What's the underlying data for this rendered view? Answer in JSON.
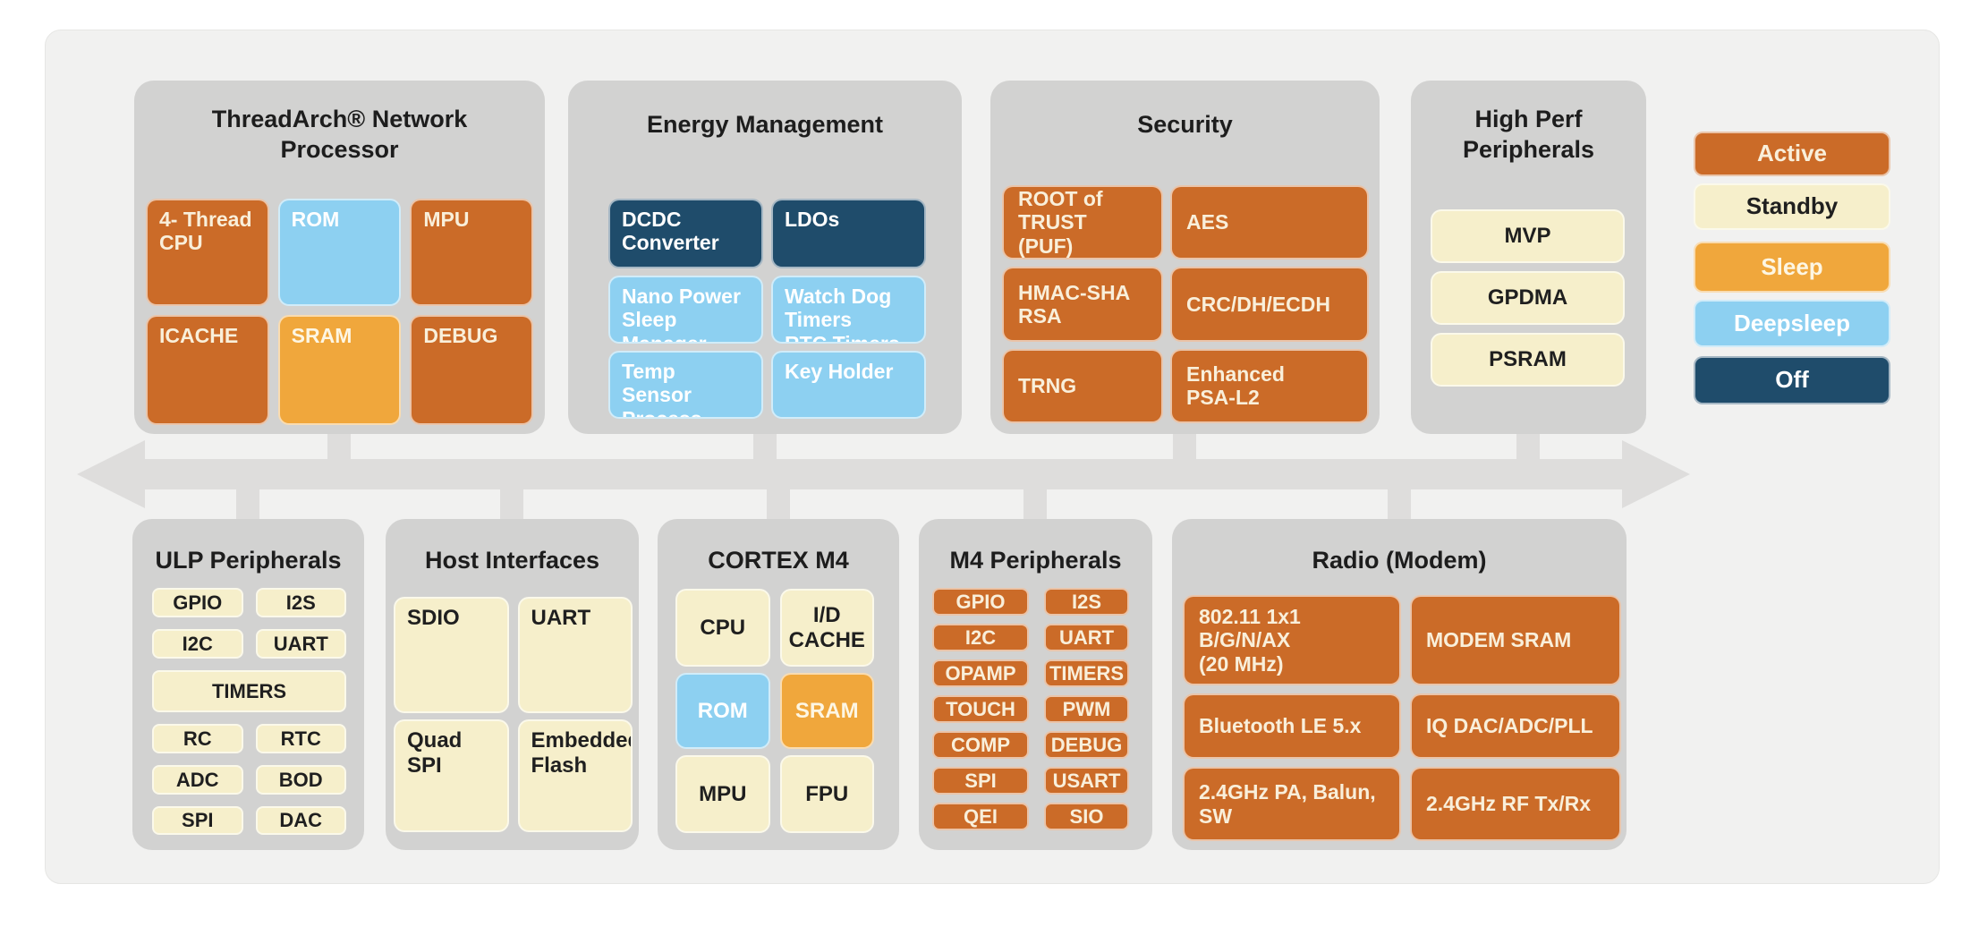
{
  "colors": {
    "active": "#cb6b28",
    "standby": "#f6efcb",
    "sleep": "#f0a73c",
    "deepsleep": "#8dd0f1",
    "off": "#1f4c6b",
    "group_background": "#d2d2d1",
    "bus": "#dedddc",
    "panel_background": "#f1f1f0"
  },
  "legend": {
    "items": [
      {
        "label": "Active",
        "state": "active"
      },
      {
        "label": "Standby",
        "state": "standby"
      },
      {
        "label": "Sleep",
        "state": "sleep"
      },
      {
        "label": "Deepsleep",
        "state": "deepsleep"
      },
      {
        "label": "Off",
        "state": "off"
      }
    ]
  },
  "groups": {
    "threadarch": {
      "title": "ThreadArch® Network\nProcessor",
      "tiles": [
        {
          "label": "4- Thread\nCPU",
          "state": "active"
        },
        {
          "label": "ROM",
          "state": "deepsleep"
        },
        {
          "label": "MPU",
          "state": "active"
        },
        {
          "label": "ICACHE",
          "state": "active"
        },
        {
          "label": "SRAM",
          "state": "sleep"
        },
        {
          "label": "DEBUG",
          "state": "active"
        }
      ]
    },
    "energy": {
      "title": "Energy Management",
      "tiles": [
        {
          "label": "DCDC\nConverter",
          "state": "off"
        },
        {
          "label": "LDOs",
          "state": "off"
        },
        {
          "label": "Nano Power\nSleep\nManager",
          "state": "deepsleep"
        },
        {
          "label": "Watch Dog\nTimers\nRTC Timers",
          "state": "deepsleep"
        },
        {
          "label": "Temp Sensor\nProcess\nSensor",
          "state": "deepsleep"
        },
        {
          "label": "Key Holder",
          "state": "deepsleep"
        }
      ]
    },
    "security": {
      "title": "Security",
      "tiles": [
        {
          "label": "ROOT of\nTRUST (PUF)",
          "state": "active"
        },
        {
          "label": "AES",
          "state": "active"
        },
        {
          "label": "HMAC-SHA\nRSA",
          "state": "active"
        },
        {
          "label": "CRC/DH/ECDH",
          "state": "active"
        },
        {
          "label": "TRNG",
          "state": "active"
        },
        {
          "label": "Enhanced\nPSA-L2",
          "state": "active"
        }
      ]
    },
    "highperf": {
      "title": "High Perf\nPeripherals",
      "tiles": [
        {
          "label": "MVP",
          "state": "standby"
        },
        {
          "label": "GPDMA",
          "state": "standby"
        },
        {
          "label": "PSRAM",
          "state": "standby"
        }
      ]
    },
    "ulp": {
      "title": "ULP Peripherals",
      "tiles": [
        {
          "label": "GPIO",
          "state": "standby"
        },
        {
          "label": "I2S",
          "state": "standby"
        },
        {
          "label": "I2C",
          "state": "standby"
        },
        {
          "label": "UART",
          "state": "standby"
        },
        {
          "label": "TIMERS",
          "state": "standby"
        },
        {
          "label": "RC",
          "state": "standby"
        },
        {
          "label": "RTC",
          "state": "standby"
        },
        {
          "label": "ADC",
          "state": "standby"
        },
        {
          "label": "BOD",
          "state": "standby"
        },
        {
          "label": "SPI",
          "state": "standby"
        },
        {
          "label": "DAC",
          "state": "standby"
        }
      ]
    },
    "host": {
      "title": "Host Interfaces",
      "tiles": [
        {
          "label": "SDIO",
          "state": "standby"
        },
        {
          "label": "UART",
          "state": "standby"
        },
        {
          "label": "Quad SPI",
          "state": "standby"
        },
        {
          "label": "Embedded\nFlash",
          "state": "standby"
        }
      ]
    },
    "cortex": {
      "title": "CORTEX M4",
      "tiles": [
        {
          "label": "CPU",
          "state": "standby"
        },
        {
          "label": "I/D\nCACHE",
          "state": "standby"
        },
        {
          "label": "ROM",
          "state": "deepsleep"
        },
        {
          "label": "SRAM",
          "state": "sleep"
        },
        {
          "label": "MPU",
          "state": "standby"
        },
        {
          "label": "FPU",
          "state": "standby"
        }
      ]
    },
    "m4p": {
      "title": "M4 Peripherals",
      "tiles": [
        {
          "label": "GPIO",
          "state": "active"
        },
        {
          "label": "I2S",
          "state": "active"
        },
        {
          "label": "I2C",
          "state": "active"
        },
        {
          "label": "UART",
          "state": "active"
        },
        {
          "label": "OPAMP",
          "state": "active"
        },
        {
          "label": "TIMERS",
          "state": "active"
        },
        {
          "label": "TOUCH",
          "state": "active"
        },
        {
          "label": "PWM",
          "state": "active"
        },
        {
          "label": "COMP",
          "state": "active"
        },
        {
          "label": "DEBUG",
          "state": "active"
        },
        {
          "label": "SPI",
          "state": "active"
        },
        {
          "label": "USART",
          "state": "active"
        },
        {
          "label": "QEI",
          "state": "active"
        },
        {
          "label": "SIO",
          "state": "active"
        }
      ]
    },
    "radio": {
      "title": "Radio (Modem)",
      "tiles": [
        {
          "label": "802.11 1x1\nB/G/N/AX\n(20 MHz)",
          "state": "active"
        },
        {
          "label": "MODEM SRAM",
          "state": "active"
        },
        {
          "label": "Bluetooth LE 5.x",
          "state": "active"
        },
        {
          "label": "IQ DAC/ADC/PLL",
          "state": "active"
        },
        {
          "label": "2.4GHz PA, Balun,\nSW",
          "state": "active"
        },
        {
          "label": "2.4GHz RF Tx/Rx",
          "state": "active"
        }
      ]
    }
  }
}
